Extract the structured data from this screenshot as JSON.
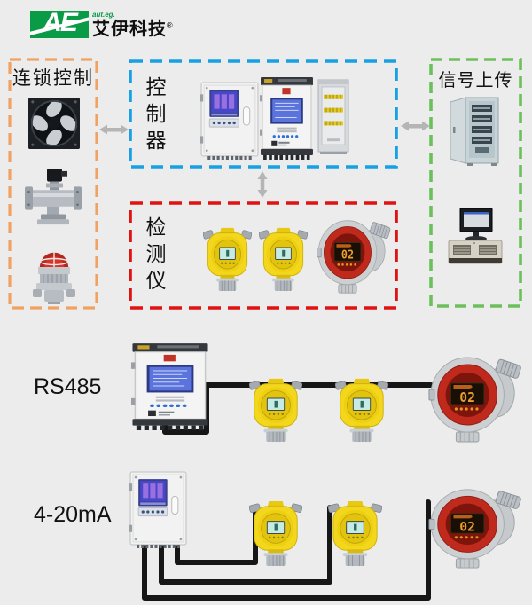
{
  "logo": {
    "monogram": "AE",
    "tagline": "aut.eg.",
    "brand": "艾伊科技",
    "registered": "®"
  },
  "boxes": {
    "interlock": {
      "title": "连锁控制",
      "devices": [
        "exhaust-fan",
        "solenoid-valve",
        "alarm-beacon"
      ]
    },
    "controller": {
      "title": "控制器",
      "devices": [
        "wall-controller",
        "din-rail-controller",
        "control-cabinet"
      ]
    },
    "signal": {
      "title": "信号上传",
      "devices": [
        "plc-cabinet",
        "industrial-computer"
      ]
    },
    "detectors": {
      "title": "检测仪",
      "devices": [
        "gas-detector-yellow",
        "gas-detector-yellow",
        "gas-detector-red"
      ]
    }
  },
  "wiring": {
    "rs485_label": "RS485",
    "current_label": "4-20mA"
  },
  "display": {
    "red_detector_value": "02"
  },
  "colors": {
    "background": "#ececec",
    "interlock_border": "#f0a263",
    "controller_border": "#18a0e4",
    "signal_border": "#6cc05c",
    "detector_border": "#e01212",
    "wire": "#161616",
    "arrow": "#b5b5b5",
    "logo_green": "#0a9b47"
  }
}
